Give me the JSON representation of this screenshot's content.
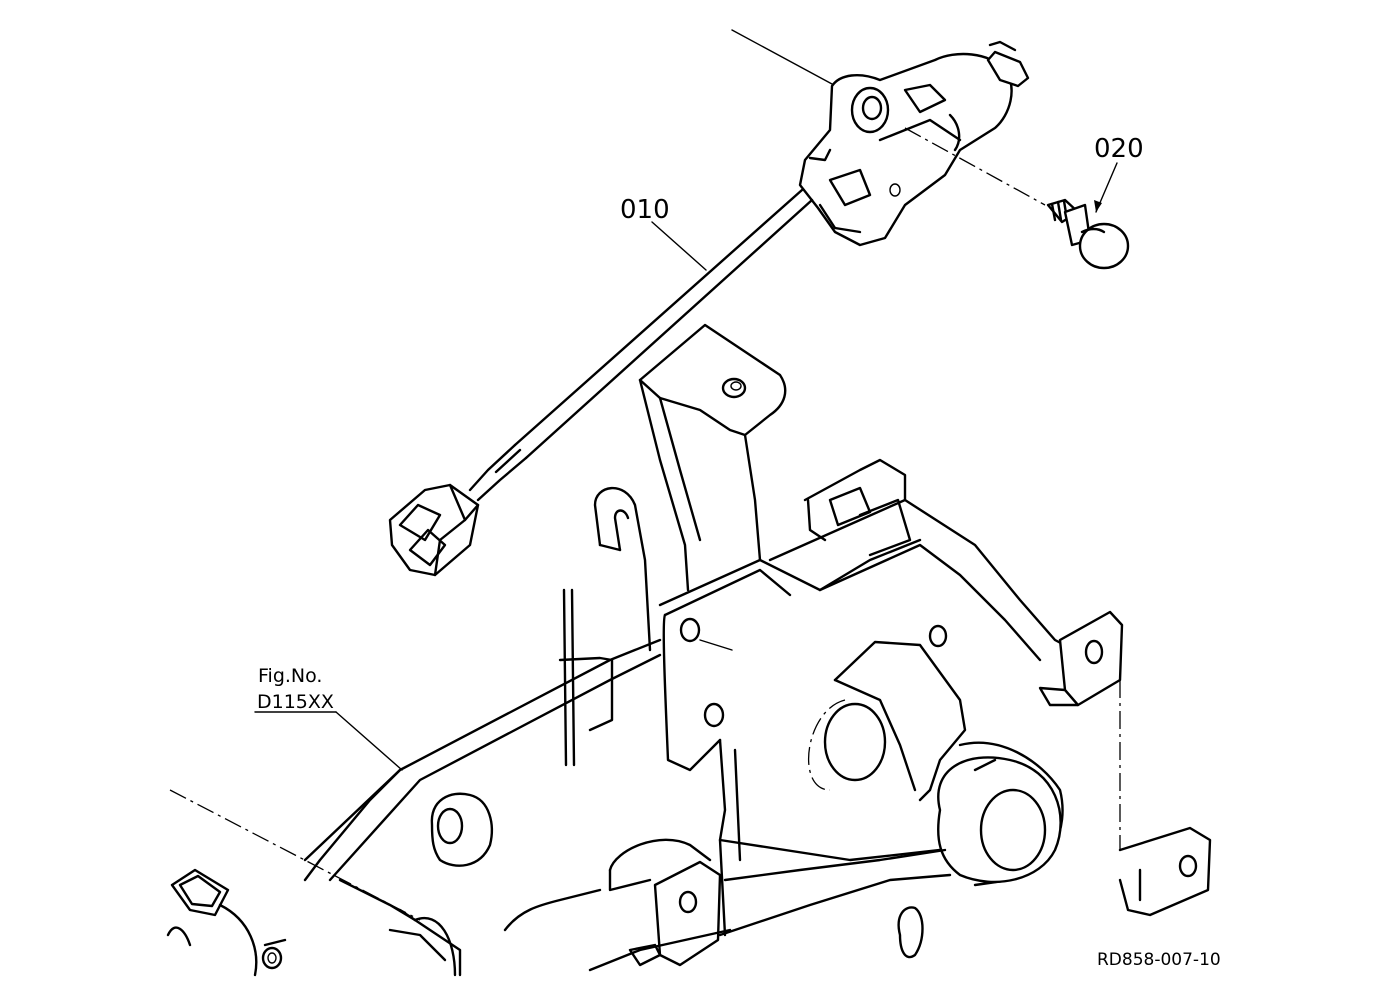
{
  "callouts": {
    "part_010": "010",
    "part_020": "020"
  },
  "figure_reference": {
    "line1": "Fig.No.",
    "line2": "D115XX"
  },
  "drawing_id": "RD858-007-10"
}
